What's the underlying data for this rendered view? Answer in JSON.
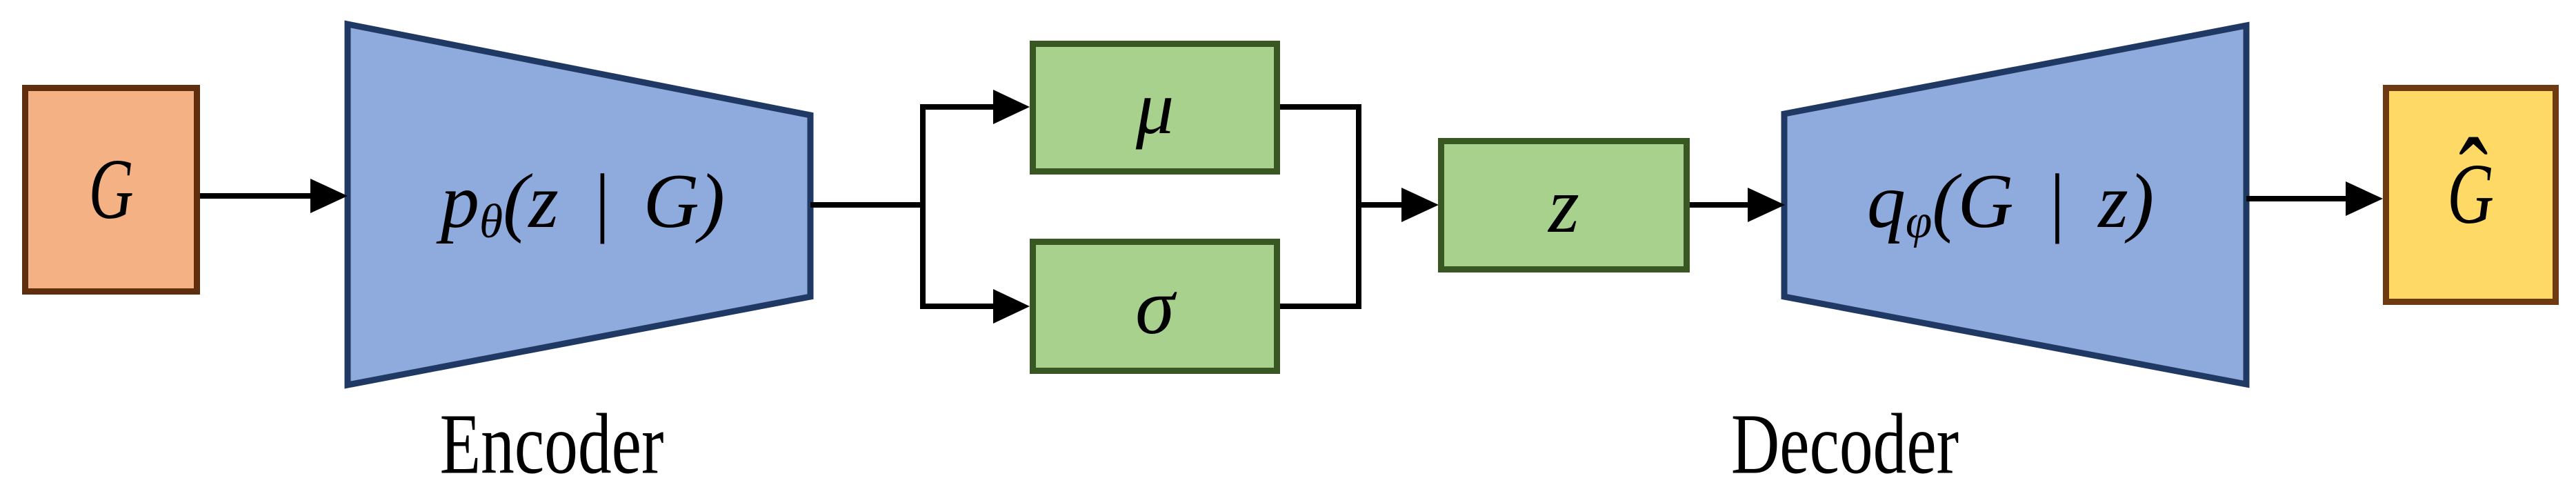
{
  "diagram_title": "graph variational autoencoder block diagram",
  "colors": {
    "background": "#FFFFFF",
    "connector": "#000000",
    "text": "#000000",
    "input_fill": "#F4B183",
    "input_border": "#5E2E0E",
    "trapezoid_fill": "#8FAADC",
    "trapezoid_border": "#1F3864",
    "green_fill": "#A9D18E",
    "green_border": "#385723",
    "output_fill": "#FFD966",
    "output_border": "#6E3A12"
  },
  "nodes": {
    "input": {
      "label": "G"
    },
    "encoder": {
      "formula_base": "p",
      "formula_sub": "θ",
      "formula_args": "(z | G)",
      "caption": "Encoder"
    },
    "mu": {
      "label": "μ"
    },
    "sigma": {
      "label": "σ"
    },
    "latent": {
      "label": "z"
    },
    "decoder": {
      "formula_base": "q",
      "formula_sub": "φ",
      "formula_args": "(G | z)",
      "caption": "Decoder"
    },
    "output": {
      "label": "G",
      "hat": "ˆ"
    }
  }
}
